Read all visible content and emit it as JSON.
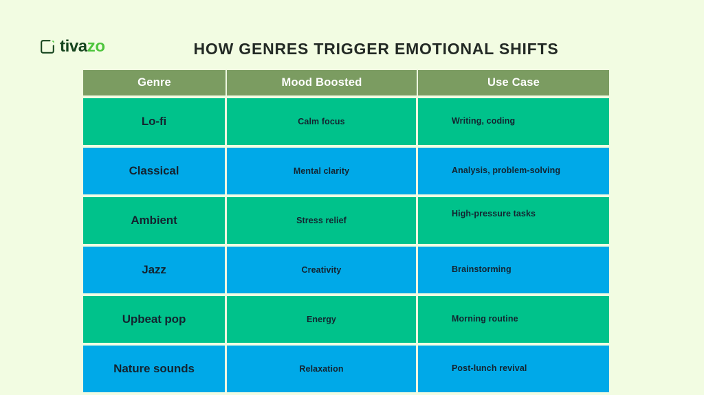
{
  "brand": {
    "icon": "bracket-arrow-icon",
    "name_part1": "tiva",
    "name_part2": "zo",
    "color_dark": "#17451f",
    "color_accent": "#4ec53d"
  },
  "page": {
    "title": "HOW GENRES TRIGGER EMOTIONAL SHIFTS",
    "background_color": "#f2fce2",
    "title_color": "#232a25"
  },
  "table": {
    "header_color": "#7b9c61",
    "header_text_color": "#ffffff",
    "row_green_color": "#00c28b",
    "row_blue_color": "#00a9e8",
    "cell_text_color": "#132430",
    "columns": [
      "Genre",
      "Mood Boosted",
      "Use Case"
    ],
    "rows": [
      {
        "genre": "Lo-fi",
        "mood": "Calm focus",
        "use": "Writing, coding",
        "tone": "green"
      },
      {
        "genre": "Classical",
        "mood": "Mental clarity",
        "use": "Analysis, problem-solving",
        "tone": "blue"
      },
      {
        "genre": "Ambient",
        "mood": "Stress relief",
        "use": "High-pressure tasks",
        "tone": "green"
      },
      {
        "genre": "Jazz",
        "mood": "Creativity",
        "use": "Brainstorming",
        "tone": "blue"
      },
      {
        "genre": "Upbeat pop",
        "mood": "Energy",
        "use": "Morning routine",
        "tone": "green"
      },
      {
        "genre": "Nature sounds",
        "mood": "Relaxation",
        "use": "Post-lunch revival",
        "tone": "blue"
      }
    ]
  }
}
